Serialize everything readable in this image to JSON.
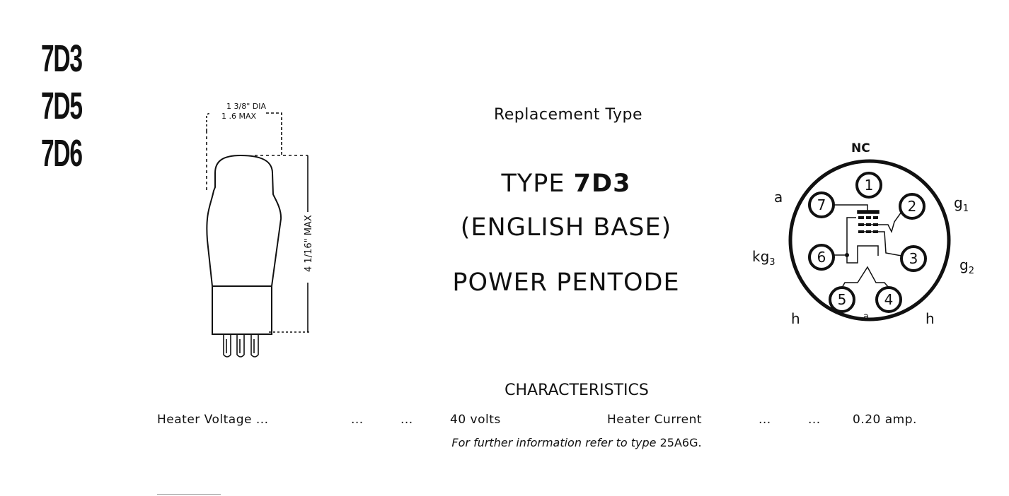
{
  "side_labels": [
    "7D3",
    "7D5",
    "7D6"
  ],
  "header": {
    "subtitle": "Replacement Type",
    "type_prefix": "TYPE",
    "type_code": "7D3",
    "base": "(ENGLISH BASE)",
    "kind": "POWER PENTODE"
  },
  "drawing": {
    "diameter_top": "1 3/8\" DIA",
    "diameter_bottom": "1 .6 MAX",
    "height": "4 1/16\" MAX"
  },
  "base_diagram": {
    "top_label": "NC",
    "pins": [
      "1",
      "2",
      "3",
      "4",
      "5",
      "6",
      "7"
    ],
    "labels": {
      "a": "a",
      "g1": "g1",
      "kg3": "kg3",
      "g2": "g2",
      "h_left": "h",
      "h_right": "h",
      "key": "a"
    }
  },
  "characteristics": {
    "title": "CHARACTERISTICS",
    "heater_voltage_label": "Heater Voltage ...",
    "dots1": "...",
    "dots2": "...",
    "heater_voltage_value": "40 volts",
    "heater_current_label": "Heater Current",
    "dots3": "...",
    "dots4": "...",
    "heater_current_value": "0.20 amp.",
    "note_prefix": "For further information refer to type",
    "note_ref": "25A6G."
  }
}
